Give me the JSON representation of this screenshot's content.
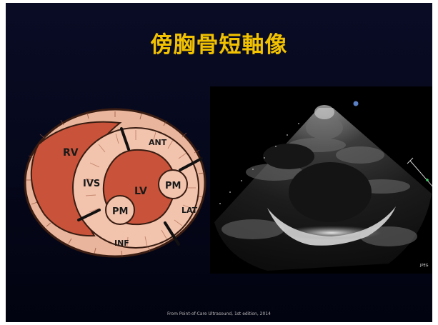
{
  "slide": {
    "title": "傍胸骨短軸像",
    "footer": "From Point-of-Care Ultrasound, 1st edition, 2014"
  },
  "diagram": {
    "labels": {
      "rv": "RV",
      "ivs": "IVS",
      "lv": "LV",
      "pm_lateral": "PM",
      "pm_inferior": "PM",
      "ant": "ANT",
      "lat": "LAT",
      "inf": "INF"
    }
  },
  "echo": {
    "watermark": "JPEG"
  },
  "colors": {
    "background": "#06081c",
    "title": "#f2c200",
    "myocardium": "#f2c4ae",
    "chamber": "#c9533a",
    "outline": "#3a1d12",
    "segment_line": "#111111"
  }
}
